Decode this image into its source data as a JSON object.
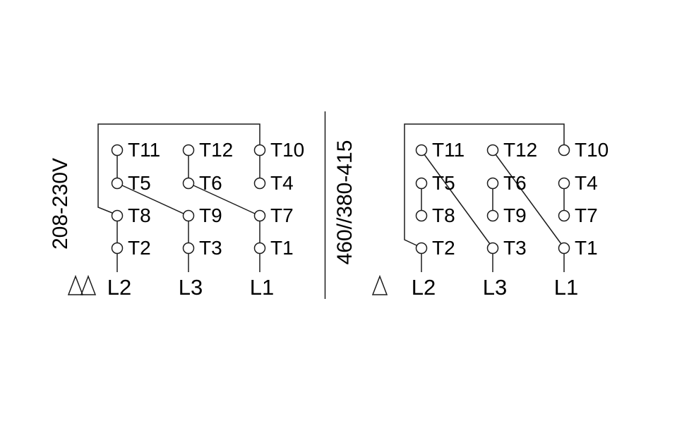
{
  "diagrams": {
    "left": {
      "voltage": "208-230V",
      "symbol": "double-delta",
      "terminals": [
        "T11",
        "T12",
        "T10",
        "T5",
        "T6",
        "T4",
        "T8",
        "T9",
        "T7",
        "T2",
        "T3",
        "T1"
      ],
      "leads": [
        "L2",
        "L3",
        "L1"
      ],
      "connections": [
        [
          "T8",
          "T10"
        ],
        [
          "T10",
          "T4"
        ],
        [
          "T11",
          "T5"
        ],
        [
          "T5",
          "T9"
        ],
        [
          "T12",
          "T6"
        ],
        [
          "T6",
          "T7"
        ],
        [
          "T8",
          "T2"
        ],
        [
          "T9",
          "T3"
        ],
        [
          "T7",
          "T1"
        ],
        [
          "T2",
          "L2"
        ],
        [
          "T3",
          "L3"
        ],
        [
          "T1",
          "L1"
        ]
      ]
    },
    "right": {
      "voltage": "460//380-415",
      "symbol": "delta",
      "terminals": [
        "T11",
        "T12",
        "T10",
        "T5",
        "T6",
        "T4",
        "T8",
        "T9",
        "T7",
        "T2",
        "T3",
        "T1"
      ],
      "leads": [
        "L2",
        "L3",
        "L1"
      ],
      "connections": [
        [
          "T10",
          "T2"
        ],
        [
          "T11",
          "T3"
        ],
        [
          "T12",
          "T1"
        ],
        [
          "T5",
          "T8"
        ],
        [
          "T6",
          "T9"
        ],
        [
          "T4",
          "T7"
        ],
        [
          "T2",
          "L2"
        ],
        [
          "T3",
          "L3"
        ],
        [
          "T1",
          "L1"
        ]
      ]
    }
  },
  "colors": {
    "line": "#1c1c1c",
    "text": "#000000",
    "background": "#ffffff"
  }
}
